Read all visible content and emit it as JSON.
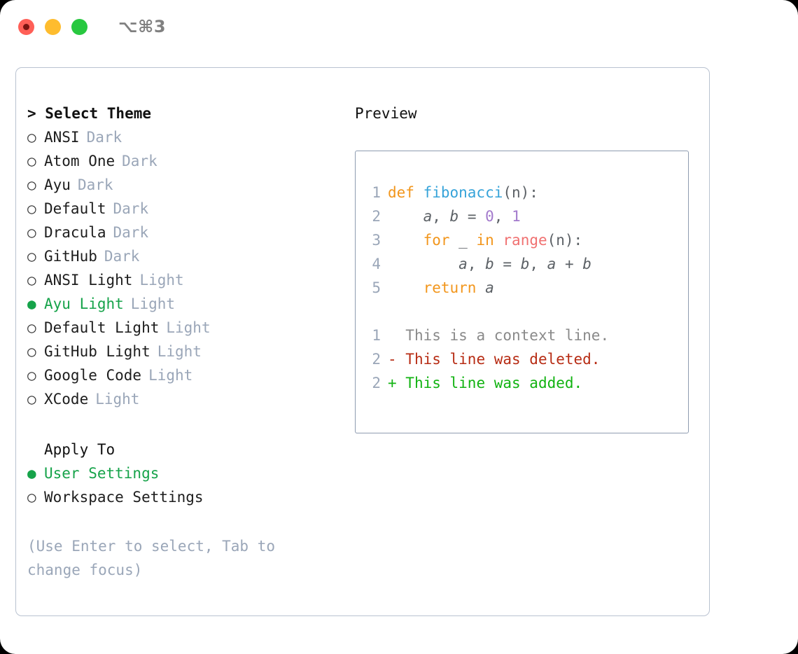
{
  "window": {
    "title": "⌥⌘3",
    "traffic_lights": [
      {
        "name": "close",
        "color": "#ff5f57"
      },
      {
        "name": "minimize",
        "color": "#febc2e"
      },
      {
        "name": "maximize",
        "color": "#28c840"
      }
    ]
  },
  "theme_section": {
    "heading": "> Select Theme",
    "options": [
      {
        "marker": "○",
        "label": "ANSI",
        "tag": "Dark",
        "selected": false
      },
      {
        "marker": "○",
        "label": "Atom One",
        "tag": "Dark",
        "selected": false
      },
      {
        "marker": "○",
        "label": "Ayu",
        "tag": "Dark",
        "selected": false
      },
      {
        "marker": "○",
        "label": "Default",
        "tag": "Dark",
        "selected": false
      },
      {
        "marker": "○",
        "label": "Dracula",
        "tag": "Dark",
        "selected": false
      },
      {
        "marker": "○",
        "label": "GitHub",
        "tag": "Dark",
        "selected": false
      },
      {
        "marker": "○",
        "label": "ANSI Light",
        "tag": "Light",
        "selected": false
      },
      {
        "marker": "●",
        "label": "Ayu Light",
        "tag": "Light",
        "selected": true
      },
      {
        "marker": "○",
        "label": "Default Light",
        "tag": "Light",
        "selected": false
      },
      {
        "marker": "○",
        "label": "GitHub Light",
        "tag": "Light",
        "selected": false
      },
      {
        "marker": "○",
        "label": "Google Code",
        "tag": "Light",
        "selected": false
      },
      {
        "marker": "○",
        "label": "XCode",
        "tag": "Light",
        "selected": false
      }
    ]
  },
  "apply_section": {
    "heading": "Apply To",
    "options": [
      {
        "marker": "●",
        "label": "User Settings",
        "selected": true
      },
      {
        "marker": "○",
        "label": "Workspace Settings",
        "selected": false
      }
    ]
  },
  "hint": "(Use Enter to select, Tab to change focus)",
  "preview": {
    "heading": "Preview",
    "code_lines": [
      {
        "no": "1",
        "tokens": [
          {
            "t": "def ",
            "c": "kw"
          },
          {
            "t": "fibonacci",
            "c": "fn"
          },
          {
            "t": "(n):",
            "c": "pun"
          }
        ]
      },
      {
        "no": "2",
        "tokens": [
          {
            "t": "    ",
            "c": "pun"
          },
          {
            "t": "a",
            "c": "var"
          },
          {
            "t": ", ",
            "c": "pun"
          },
          {
            "t": "b",
            "c": "var"
          },
          {
            "t": " = ",
            "c": "pun"
          },
          {
            "t": "0",
            "c": "num"
          },
          {
            "t": ", ",
            "c": "pun"
          },
          {
            "t": "1",
            "c": "num"
          }
        ]
      },
      {
        "no": "3",
        "tokens": [
          {
            "t": "    ",
            "c": "pun"
          },
          {
            "t": "for",
            "c": "kw"
          },
          {
            "t": " _ ",
            "c": "pun"
          },
          {
            "t": "in",
            "c": "kw"
          },
          {
            "t": " ",
            "c": "pun"
          },
          {
            "t": "range",
            "c": "call"
          },
          {
            "t": "(n):",
            "c": "pun"
          }
        ]
      },
      {
        "no": "4",
        "tokens": [
          {
            "t": "        ",
            "c": "pun"
          },
          {
            "t": "a",
            "c": "var"
          },
          {
            "t": ", ",
            "c": "pun"
          },
          {
            "t": "b",
            "c": "var"
          },
          {
            "t": " = ",
            "c": "pun"
          },
          {
            "t": "b",
            "c": "var"
          },
          {
            "t": ", ",
            "c": "pun"
          },
          {
            "t": "a",
            "c": "var"
          },
          {
            "t": " + ",
            "c": "pun"
          },
          {
            "t": "b",
            "c": "var"
          }
        ]
      },
      {
        "no": "5",
        "tokens": [
          {
            "t": "    ",
            "c": "pun"
          },
          {
            "t": "return",
            "c": "kw"
          },
          {
            "t": " ",
            "c": "pun"
          },
          {
            "t": "a",
            "c": "var"
          }
        ]
      }
    ],
    "diff_lines": [
      {
        "no": "1",
        "prefix": "  ",
        "text": "This is a context line.",
        "kind": "ctx"
      },
      {
        "no": "2",
        "prefix": "- ",
        "text": "This line was deleted.",
        "kind": "del"
      },
      {
        "no": "2",
        "prefix": "+ ",
        "text": "This line was added.",
        "kind": "add"
      }
    ]
  },
  "colors": {
    "accent_green": "#16a34a",
    "muted": "#9aa6b8",
    "keyword": "#f2961c",
    "function": "#36a3d9",
    "number": "#a37acc",
    "call": "#f07171",
    "diff_added": "#12b312",
    "diff_deleted": "#b72c14"
  }
}
